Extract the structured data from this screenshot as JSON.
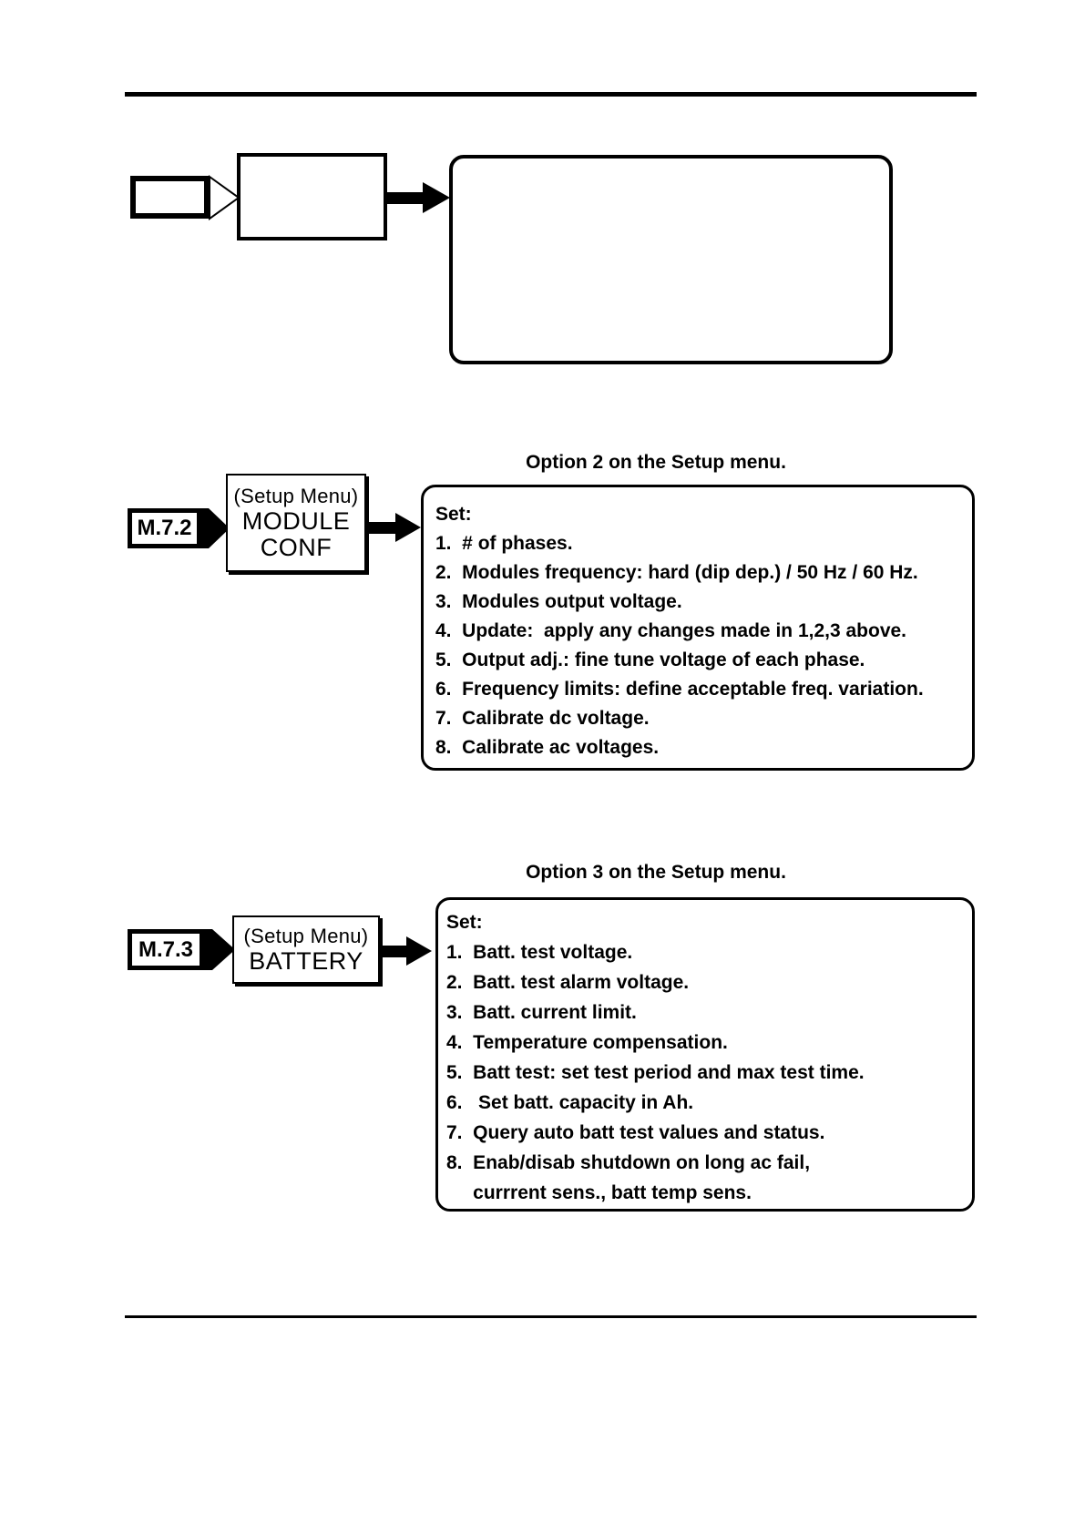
{
  "section2": {
    "heading": "Option 2 on the Setup menu.",
    "key": "M.7.2",
    "menu": {
      "sub": "(Setup Menu)",
      "line1": "MODULE",
      "line2": "CONF"
    },
    "lines": [
      "Set:",
      "1.  # of phases.",
      "2.  Modules frequency: hard (dip dep.) / 50 Hz / 60 Hz.",
      "3.  Modules output voltage.",
      "4.  Update:  apply any changes made in 1,2,3 above.",
      "5.  Output adj.: fine tune voltage of each phase.",
      "6.  Frequency limits: define acceptable freq. variation.",
      "7.  Calibrate dc voltage.",
      "8.  Calibrate ac voltages."
    ]
  },
  "section3": {
    "heading": "Option 3 on the Setup menu.",
    "key": "M.7.3",
    "menu": {
      "sub": "(Setup Menu)",
      "line1": "BATTERY"
    },
    "lines": [
      "Set:",
      "1.  Batt. test voltage.",
      "2.  Batt. test alarm voltage.",
      "3.  Batt. current limit.",
      "4.  Temperature compensation.",
      "5.  Batt test: set test period and max test time.",
      "6.   Set batt. capacity in Ah.",
      "7.  Query auto batt test values and status.",
      "8.  Enab/disab shutdown on long ac fail,",
      "     currrent sens., batt temp sens."
    ]
  }
}
